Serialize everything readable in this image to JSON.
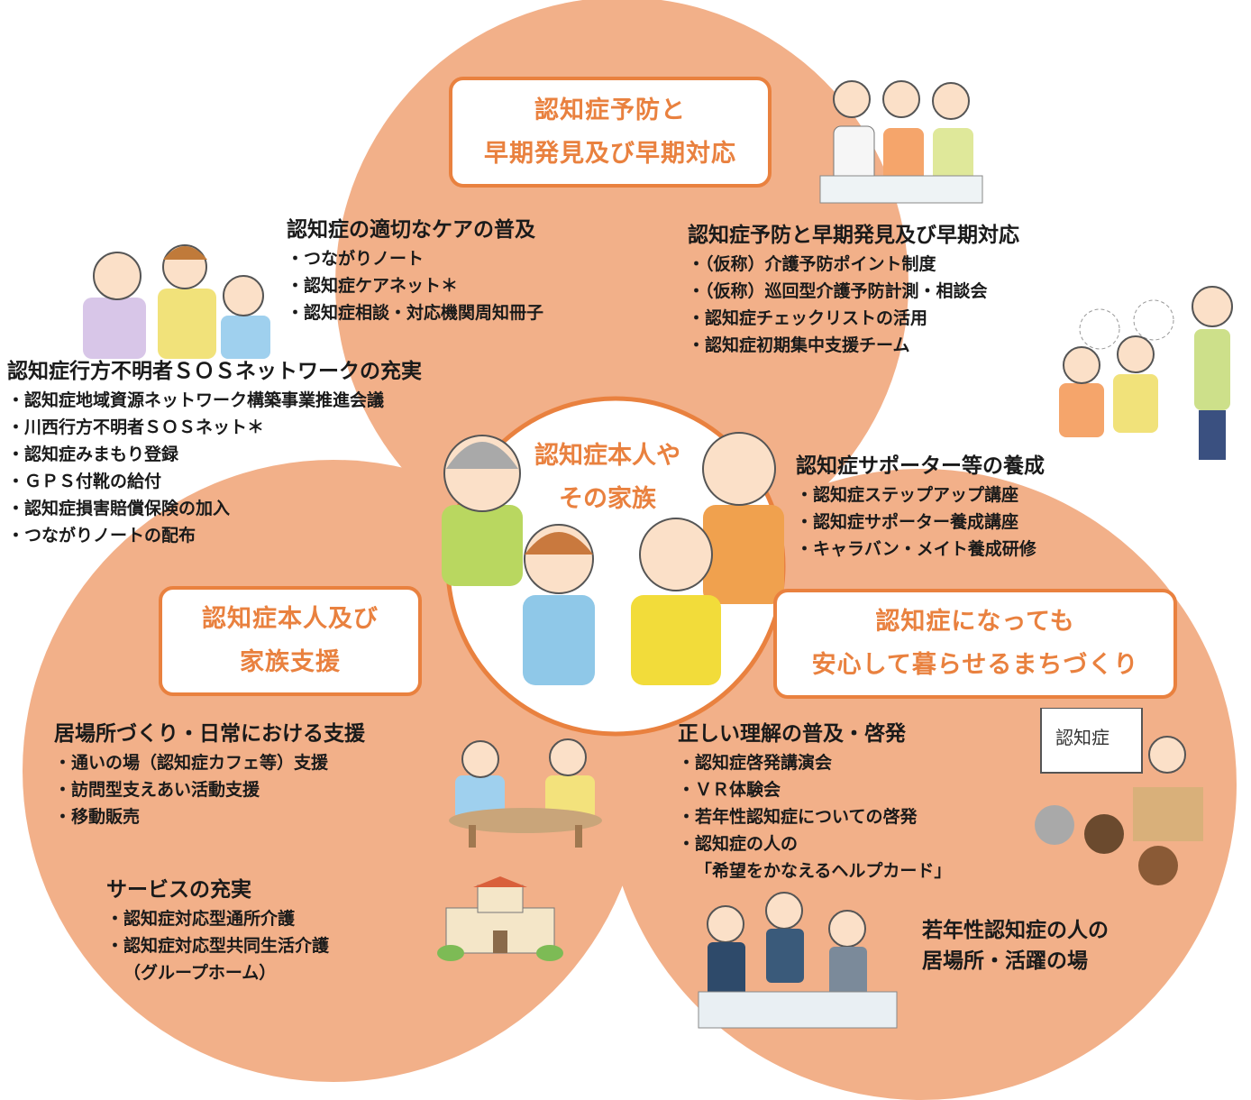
{
  "colors": {
    "circle": "#f2b089",
    "accent": "#e9813f",
    "text": "#1a1a1a"
  },
  "center": {
    "line1": "認知症本人や",
    "line2": "その家族"
  },
  "boxes": {
    "prevention": {
      "line1": "認知症予防と",
      "line2": "早期発見及び早期対応"
    },
    "support": {
      "line1": "認知症本人及び",
      "line2": "家族支援"
    },
    "town": {
      "line1": "認知症になっても",
      "line2": "安心して暮らせるまちづくり"
    }
  },
  "sections": {
    "care": {
      "heading": "認知症の適切なケアの普及",
      "items": [
        "つながりノート",
        "認知症ケアネット＊",
        "認知症相談・対応機関周知冊子"
      ]
    },
    "early": {
      "heading": "認知症予防と早期発見及び早期対応",
      "items": [
        "（仮称）介護予防ポイント制度",
        "（仮称）巡回型介護予防計測・相談会",
        "認知症チェックリストの活用",
        "認知症初期集中支援チーム"
      ]
    },
    "sos": {
      "heading": "認知症行方不明者ＳＯＳネットワークの充実",
      "items": [
        "認知症地域資源ネットワーク構築事業推進会議",
        "川西行方不明者ＳＯＳネット＊",
        "認知症みまもり登録",
        "ＧＰＳ付靴の給付",
        "認知症損害賠償保険の加入",
        "つながりノートの配布"
      ]
    },
    "supporter": {
      "heading": "認知症サポーター等の養成",
      "items": [
        "認知症ステップアップ講座",
        "認知症サポーター養成講座",
        "キャラバン・メイト養成研修"
      ]
    },
    "ibasho": {
      "heading": "居場所づくり・日常における支援",
      "items": [
        "通いの場（認知症カフェ等）支援",
        "訪問型支えあい活動支援",
        "移動販売"
      ]
    },
    "service": {
      "heading": "サービスの充実",
      "items": [
        "認知症対応型通所介護",
        "認知症対応型共同生活介護",
        "（グループホーム）"
      ]
    },
    "awareness": {
      "heading": "正しい理解の普及・啓発",
      "items": [
        "認知症啓発講演会",
        "ＶＲ体験会",
        "若年性認知症についての啓発",
        "認知症の人の",
        "「希望をかなえるヘルプカード」"
      ]
    },
    "young": {
      "line1": "若年性認知症の人の",
      "line2": "居場所・活躍の場"
    }
  },
  "illustrations": {
    "whiteboard_text": "認知症"
  }
}
